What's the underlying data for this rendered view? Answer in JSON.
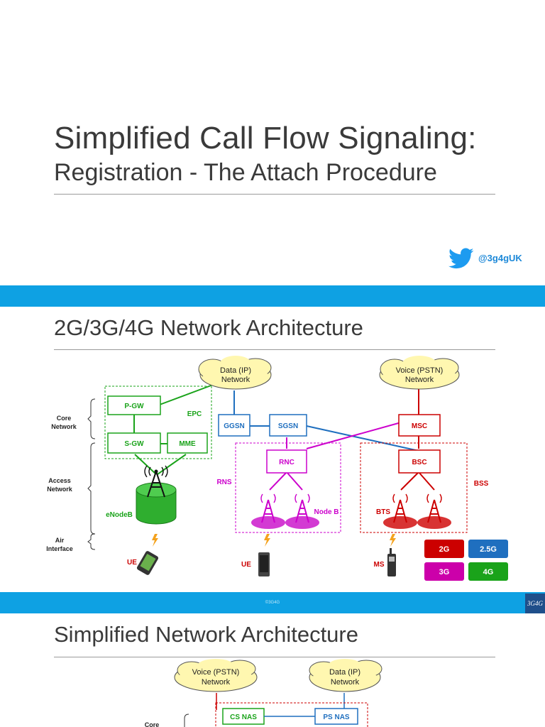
{
  "slide1": {
    "title": "Simplified Call Flow Signaling:",
    "subtitle": "Registration - The Attach Procedure",
    "handle": "@3g4gUK"
  },
  "slide2": {
    "title": "2G/3G/4G Network Architecture",
    "footer": "©3G4G",
    "logo": "3G4G",
    "clouds": {
      "data": [
        "Data (IP)",
        "Network"
      ],
      "voice": [
        "Voice (PSTN)",
        "Network"
      ]
    },
    "layers": {
      "core": [
        "Core",
        "Network"
      ],
      "access": [
        "Access",
        "Network"
      ],
      "air": [
        "Air",
        "Interface"
      ]
    },
    "nodes": {
      "pgw": "P-GW",
      "sgw": "S-GW",
      "mme": "MME",
      "epc": "EPC",
      "enodeb": "eNodeB",
      "ggsn": "GGSN",
      "sgsn": "SGSN",
      "rnc": "RNC",
      "rns": "RNS",
      "nodeb": "Node B",
      "msc": "MSC",
      "bsc": "BSC",
      "bss": "BSS",
      "bts": "BTS",
      "ue4g": "UE",
      "ue3g": "UE",
      "ms": "MS"
    },
    "legend": [
      "2G",
      "2.5G",
      "3G",
      "4G"
    ],
    "colors": {
      "g4": "#1aa31a",
      "g3": "#cc00cc",
      "g2": "#cc0000",
      "g25": "#1f6fbf",
      "band": "#0ea1e3"
    }
  },
  "slide3": {
    "title": "Simplified Network Architecture",
    "clouds": {
      "voice": [
        "Voice (PSTN)",
        "Network"
      ],
      "data": [
        "Data (IP)",
        "Network"
      ]
    },
    "nodes": {
      "csnas": "CS NAS",
      "psnas": "PS NAS"
    },
    "core_label": "Core"
  }
}
